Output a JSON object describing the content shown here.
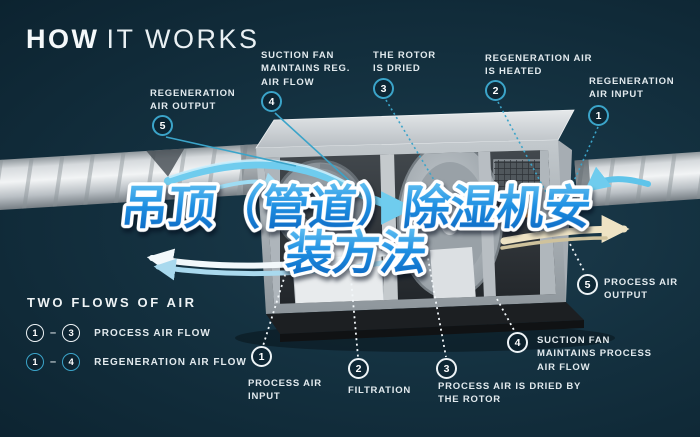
{
  "title": {
    "bold": "HOW",
    "light": "IT WORKS"
  },
  "headline": {
    "line1": "吊顶（管道）除湿机安",
    "line2": "装方法"
  },
  "legend": {
    "heading": "TWO FLOWS OF AIR",
    "rows": [
      {
        "from": "1",
        "dash": "–",
        "to": "3",
        "label": "PROCESS AIR FLOW"
      },
      {
        "from": "1",
        "dash": "–",
        "to": "4",
        "label": "REGENERATION AIR FLOW"
      }
    ]
  },
  "callouts": [
    {
      "num": "5",
      "label": "REGENERATION AIR OUTPUT",
      "flow": "regeneration"
    },
    {
      "num": "4",
      "label": "SUCTION FAN MAINTAINS REG. AIR FLOW",
      "flow": "regeneration"
    },
    {
      "num": "3",
      "label": "THE ROTOR IS DRIED",
      "flow": "regeneration"
    },
    {
      "num": "2",
      "label": "REGENERATION AIR IS HEATED",
      "flow": "regeneration"
    },
    {
      "num": "1",
      "label": "REGENERATION AIR INPUT",
      "flow": "regeneration"
    },
    {
      "num": "5",
      "label": "PROCESS AIR OUTPUT",
      "flow": "process"
    },
    {
      "num": "1",
      "label": "PROCESS AIR INPUT",
      "flow": "process"
    },
    {
      "num": "2",
      "label": "FILTRATION",
      "flow": "process"
    },
    {
      "num": "3",
      "label": "PROCESS AIR IS DRIED BY THE ROTOR",
      "flow": "process"
    },
    {
      "num": "4",
      "label": "SUCTION FAN MAINTAINS PROCESS AIR FLOW",
      "flow": "process"
    }
  ],
  "colors": {
    "background": "#143140",
    "regeneration_accent": "#3ba4c9",
    "process_accent": "#edf3f6",
    "headline_blue": "#1e8fe2",
    "heater_orange": "#ef8f35",
    "flow_cyan": "#6fccee",
    "flow_cream": "#eee3c4"
  }
}
